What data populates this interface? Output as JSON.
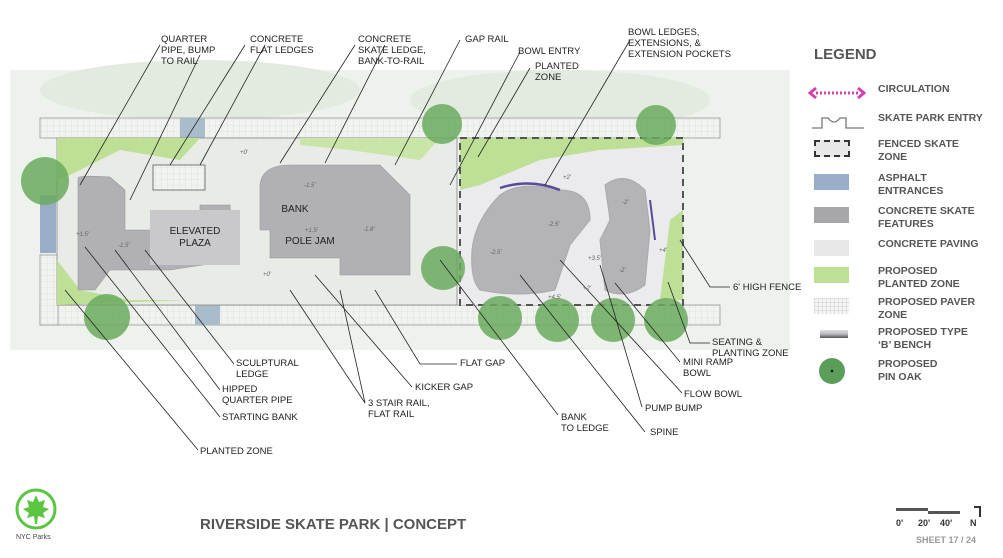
{
  "title": "RIVERSIDE SKATE PARK | CONCEPT",
  "logo_text": "NYC Parks",
  "sheet": "SHEET 17 / 24",
  "scale": {
    "ticks": [
      "0'",
      "20'",
      "40'"
    ],
    "north": "N"
  },
  "plan_labels": {
    "elevated_plaza": "ELEVATED\nPLAZA",
    "bank": "BANK",
    "pole_jam": "POLE JAM"
  },
  "elevations": [
    "+1.5'",
    "-1.5'",
    "+0'",
    "-1.5'",
    "+1.5'",
    "-1.8'",
    "+0'",
    "-2.5'",
    "-2.5'",
    "+3.5'",
    "-2'",
    "-2'",
    "+4'",
    "+2'",
    "+2'",
    "+4.5'"
  ],
  "callouts": [
    "QUARTER\nPIPE, BUMP\nTO RAIL",
    "CONCRETE\nFLAT LEDGES",
    "CONCRETE\nSKATE LEDGE,\nBANK-TO-RAIL",
    "GAP RAIL",
    "BOWL ENTRY",
    "PLANTED\nZONE",
    "BOWL LEDGES,\nEXTENSIONS, &\nEXTENSION POCKETS",
    "6' HIGH FENCE",
    "SEATING &\nPLANTING ZONE",
    "MINI RAMP\nBOWL",
    "FLOW BOWL",
    "PUMP BUMP",
    "SPINE",
    "BANK\nTO LEDGE",
    "FLAT GAP",
    "KICKER GAP",
    "3 STAIR RAIL,\nFLAT RAIL",
    "SCULPTURAL\nLEDGE",
    "HIPPED\nQUARTER PIPE",
    "STARTING BANK",
    "PLANTED ZONE"
  ],
  "legend": {
    "title": "LEGEND",
    "items": [
      {
        "label": "CIRCULATION",
        "icon": "circulation-arrow",
        "color": "#d63fb0"
      },
      {
        "label": "SKATE PARK ENTRY",
        "icon": "entry-symbol",
        "color": "#777777"
      },
      {
        "label": "FENCED SKATE\nZONE",
        "icon": "dashed-box",
        "color": "#333333"
      },
      {
        "label": "ASPHALT\nENTRANCES",
        "icon": "swatch",
        "color": "#99adc6"
      },
      {
        "label": "CONCRETE SKATE\nFEATURES",
        "icon": "swatch",
        "color": "#a6a6ab"
      },
      {
        "label": "CONCRETE PAVING",
        "icon": "swatch",
        "color": "#e8e8e8"
      },
      {
        "label": "PROPOSED\nPLANTED ZONE",
        "icon": "swatch",
        "color": "#bde096"
      },
      {
        "label": "PROPOSED PAVER\nZONE",
        "icon": "grid",
        "color": "#eeeeee"
      },
      {
        "label": "PROPOSED TYPE\n‘B’ BENCH",
        "icon": "bench",
        "color": "#888888"
      },
      {
        "label": "PROPOSED\nPIN OAK",
        "icon": "tree",
        "color": "#5a9e5a"
      }
    ]
  }
}
